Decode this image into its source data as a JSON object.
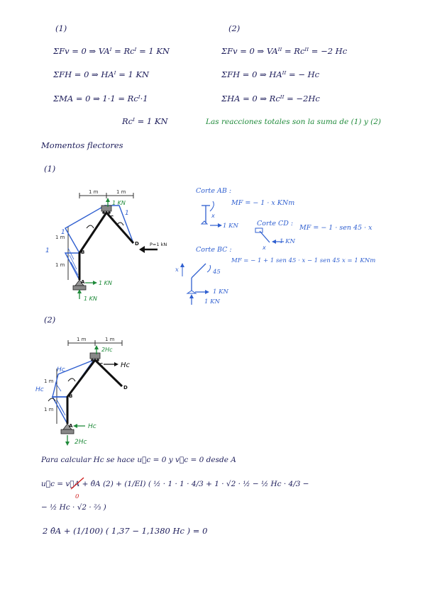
{
  "case1": {
    "label": "(1)",
    "eq1": "ΣFv = 0   ⇒   VAᴵ = Rcᴵ = 1 KN",
    "eq2": "ΣFH = 0   ⇒   HAᴵ = 1 KN",
    "eq3": "ΣMA = 0   ⇒   1·1 = Rcᴵ·1",
    "eq4": "Rcᴵ = 1 KN"
  },
  "case2": {
    "label": "(2)",
    "eq1": "ΣFv = 0   ⇒   VAᴵᴵ = Rcᴵᴵ = −2 Hc",
    "eq2": "ΣFH = 0   ⇒   HAᴵᴵ = − Hc",
    "eq3": "ΣHA = 0   ⇒   Rcᴵᴵ = −2Hc"
  },
  "note": "Las reacciones totales son la suma de (1) y (2)",
  "section_title": "Momentos flectores",
  "fig1": {
    "label": "(1)",
    "dims": [
      "1 m",
      "1 m"
    ],
    "load": "P=1 kN",
    "rc_top": "1 KN",
    "ha": "1 KN",
    "va": "1 KN",
    "nodes": [
      "A",
      "B",
      "C",
      "D"
    ],
    "vals": [
      "1",
      "1",
      "1"
    ],
    "m_labels": [
      "1 m",
      "1 m"
    ]
  },
  "cuts": {
    "ab_title": "Corte AB :",
    "ab_eq": "MF = − 1 · x   KNm",
    "ab_force": "1 KN",
    "cd_title": "Corte CD :",
    "cd_eq": "MF = − 1 · sen 45 · x",
    "cd_force": "1 KN",
    "bc_title": "Corte BC :",
    "bc_eq": "MF = − 1 + 1 sen 45 · x − 1 sen 45 x  = 1 KNm",
    "bc_f1": "1 KN",
    "bc_f2": "1 KN",
    "angle": "45",
    "x": "x"
  },
  "fig2": {
    "label": "(2)",
    "dims": [
      "1 m",
      "1 m"
    ],
    "rc_top": "2Hc",
    "hc_right": "Hc",
    "ha": "Hc",
    "va": "2Hc",
    "hc_a": "Hc",
    "hc_b": "Hc",
    "nodes": [
      "A",
      "B",
      "C",
      "D"
    ],
    "m_labels": [
      "1 m",
      "1 m"
    ]
  },
  "calc": {
    "intro": "Para calcular Hc se hace  u⃗c = 0  y  v⃗c = 0  desde A",
    "l1": "u⃗c = v⃗A + θ̂A (2) + (1/EI) ( ½ · 1 · 1 · 4/3  +  1 · √2 · ½  −  ½ Hc · 4/3  −",
    "zero": "0",
    "l2": "− ½ Hc · √2 · ⅔ )",
    "l3": "2 θ̂A  +  (1/100) ( 1,37 − 1,1380 Hc ) = 0"
  }
}
